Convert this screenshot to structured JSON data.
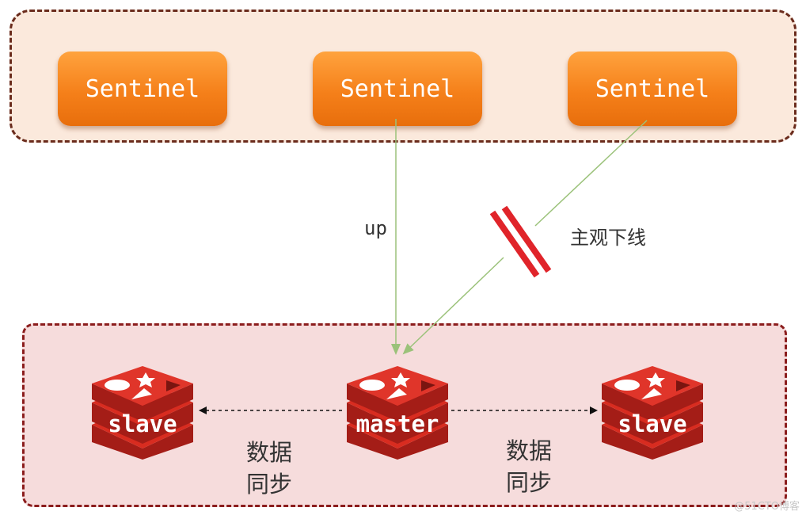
{
  "sentinels": [
    {
      "label": "Sentinel"
    },
    {
      "label": "Sentinel"
    },
    {
      "label": "Sentinel"
    }
  ],
  "connections": {
    "up_label": "up",
    "sdown_label": "主观下线"
  },
  "nodes": {
    "left": "slave",
    "center": "master",
    "right": "slave"
  },
  "sync": {
    "left": [
      "数据",
      "同步"
    ],
    "right": [
      "数据",
      "同步"
    ]
  },
  "watermark": "@51CTO博客",
  "colors": {
    "sentinel_fill": "#f5801a",
    "sentinel_group_bg": "#fbe9dc",
    "redis_group_bg": "#f6dcdc",
    "redis_red": "#d82c20",
    "arrow_green": "#9bc27a",
    "cut_mark_red": "#e0242a"
  }
}
